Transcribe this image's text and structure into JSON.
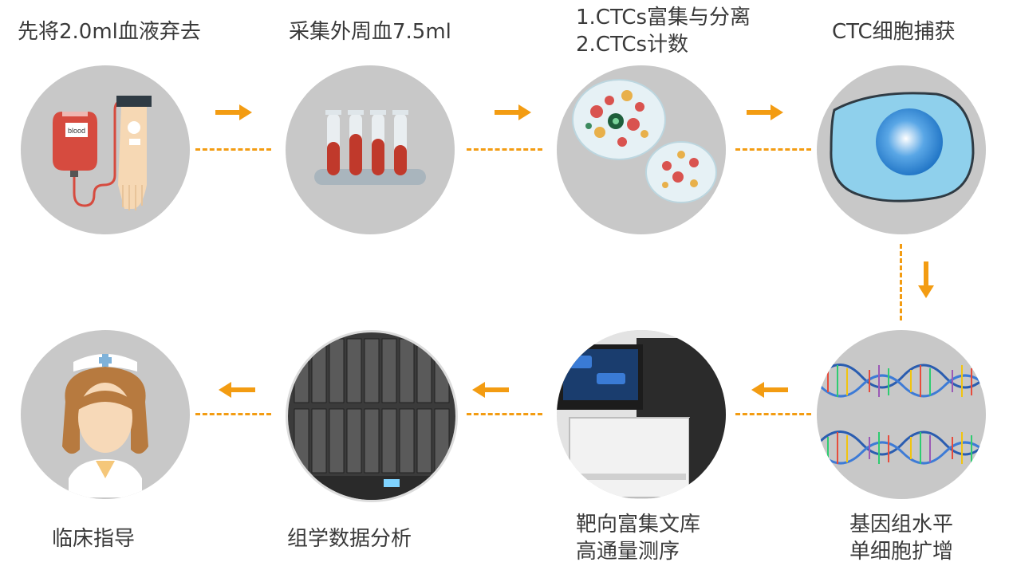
{
  "steps": {
    "s1": {
      "label": "先将2.0ml血液弃去",
      "icon": "blood-bag-icon",
      "bag_text": "blood"
    },
    "s2": {
      "label": "采集外周血7.5ml",
      "icon": "test-tubes-icon"
    },
    "s3": {
      "label_line1": "1.CTCs富集与分离",
      "label_line2": "2.CTCs计数",
      "icon": "petri-dish-icon"
    },
    "s4": {
      "label": "CTC细胞捕获",
      "icon": "cell-icon"
    },
    "s5": {
      "label_line1": "基因组水平",
      "label_line2": "单细胞扩增",
      "icon": "dna-helix-icon"
    },
    "s6": {
      "label_line1": "靶向富集文库",
      "label_line2": "高通量测序",
      "icon": "sequencer-icon"
    },
    "s7": {
      "label": "组学数据分析",
      "icon": "server-rack-icon"
    },
    "s8": {
      "label": "临床指导",
      "icon": "nurse-icon"
    }
  },
  "colors": {
    "accent": "#f39c12",
    "circle": "#c8c8c8",
    "text": "#3a3a3a"
  }
}
